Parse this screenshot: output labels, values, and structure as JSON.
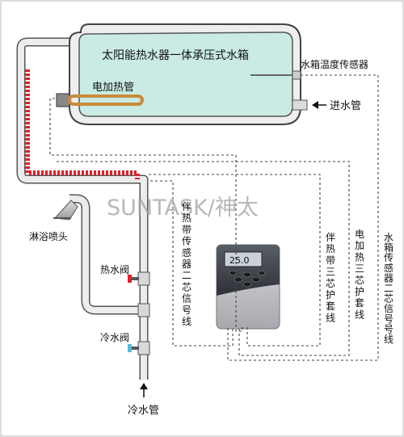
{
  "tank": {
    "title": "太阳能热水器一体承压式水箱"
  },
  "heater": {
    "label": "电加热管"
  },
  "watermark": {
    "text": "SUNTASK/神太"
  },
  "labels": {
    "tank_sensor": "水箱温度传感器",
    "inlet": "进水管",
    "shower": "淋浴喷头",
    "hot_valve": "热水阀",
    "cold_valve": "冷水阀",
    "cold_pipe": "冷水管"
  },
  "vertical_labels": {
    "heat_band_signal": "伴热带传感器二芯信号线",
    "heat_band_cable": "伴热带三芯护套线",
    "heater_cable": "电加热三芯护套线",
    "tank_sensor_signal": "水箱传感器二芯信号号线"
  },
  "controller": {
    "display_value": "25.0"
  },
  "colors": {
    "tank_fill": "#c9ebe3",
    "heat_band": "#e0202a",
    "heater": "#c98a3a",
    "hot_marker": "#e0202a",
    "cold_marker": "#5bb8d8"
  }
}
